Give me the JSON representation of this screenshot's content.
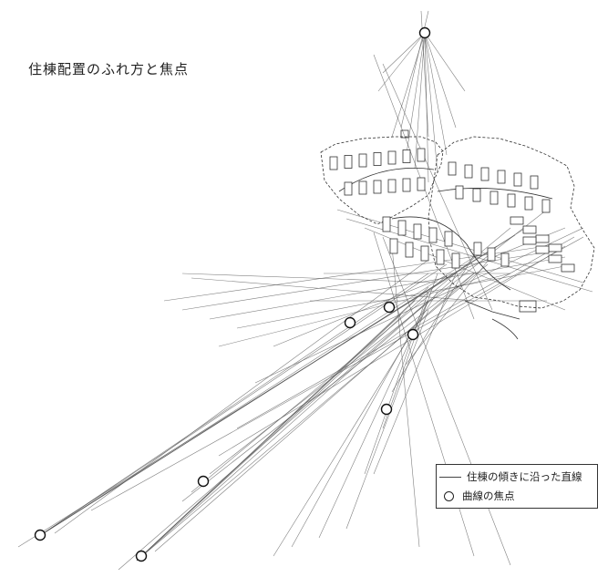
{
  "title": "住棟配置のふれ方と焦点",
  "legend": {
    "line_label": "住棟の傾きに沿った直線",
    "focus_label": "曲線の焦点"
  },
  "colors": {
    "line": "#555555",
    "outline": "#333333",
    "background": "#ffffff"
  },
  "icons": {
    "line": "thin-line",
    "focus": "circle-marker"
  }
}
